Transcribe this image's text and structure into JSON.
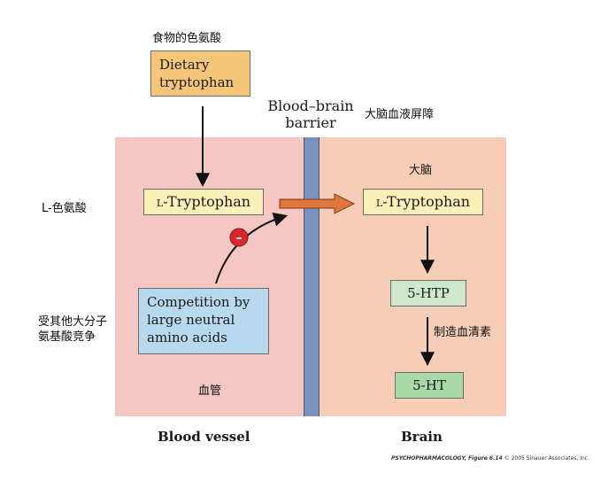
{
  "annotations": {
    "dietary_zh": "食物的色氨酸",
    "barrier_zh": "大脑血液屏障",
    "brain_zh": "大脑",
    "ltrp_zh": "L-色氨酸",
    "competition_zh": "受其他大分子氨基酸竞争",
    "produce_zh": "制造血清素",
    "vessel_zh": "血管"
  },
  "boxes": {
    "dietary_line1": "Dietary",
    "dietary_line2": "tryptophan",
    "ltrp_prefix": "L",
    "ltrp_rest": "-Tryptophan",
    "competition_line1": "Competition by",
    "competition_line2": "large neutral",
    "competition_line3": "amino acids",
    "htp": "5-HTP",
    "ht": "5-HT"
  },
  "barrier": {
    "line1": "Blood–brain",
    "line2": "barrier"
  },
  "inhibition_symbol": "–",
  "regions": {
    "left": "Blood vessel",
    "right": "Brain"
  },
  "credit": {
    "source": "PSYCHOPHARMACOLOGY, Figure 6.14",
    "copyright": "© 2005 Sinauer Associates, Inc."
  },
  "colors": {
    "blood_vessel": "#f4c7c3",
    "brain": "#f6cdb7",
    "barrier": "#7b90bd",
    "dietary_box": "#f5c67a",
    "tryptophan_box": "#fbf0b7",
    "competition_box": "#b8d8ee",
    "htp_box": "#cfe8cd",
    "ht_box": "#a9d9a9",
    "transport_arrow": "#e0763a",
    "inhibition_circle": "#d9272e"
  }
}
